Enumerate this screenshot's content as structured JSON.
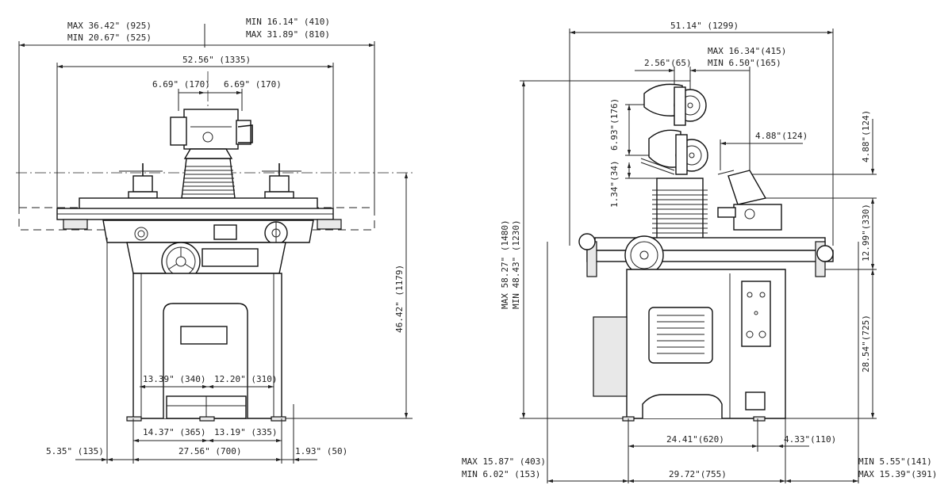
{
  "front_view": {
    "dims": {
      "max_36": "MAX 36.42\"  (925)",
      "min_20": "MIN  20.67\"  (525)",
      "min_16": "MIN   16.14\" (410)",
      "max_31": "MAX  31.89\" (810)",
      "overall_52": "52.56\" (1335)",
      "left_669": "6.69\" (170)",
      "right_669": "6.69\" (170)",
      "height_46": "46.42\" (1179)",
      "d_1339": "13.39\" (340)",
      "d_1220": "12.20\" (310)",
      "d_1437": "14.37\" (365)",
      "d_1319": "13.19\" (335)",
      "d_535": "5.35\" (135)",
      "d_2756": "27.56\" (700)",
      "d_193": "1.93\" (50)"
    }
  },
  "side_view": {
    "dims": {
      "overall_5114": "51.14\" (1299)",
      "max_1634": "MAX 16.34\"(415)",
      "min_650": "MIN 6.50\"(165)",
      "d_256": "2.56\"(65)",
      "d_693": "6.93\"(176)",
      "d_134": "1.34\"(34)",
      "d_488h": "4.88\"(124)",
      "d_488v": "4.88\"(124)",
      "d_1299": "12.99\"(330)",
      "d_2854": "28.54\"(725)",
      "max_5827": "MAX 58.27\" (1480)",
      "min_4843": "MIN 48.43\" (1230)",
      "d_2441": "24.41\"(620)",
      "d_433": "4.33\"(110)",
      "max_1587": "MAX 15.87\" (403)",
      "min_602": "MIN 6.02\" (153)",
      "d_2972": "29.72\"(755)",
      "min_555": "MIN 5.55\"(141)",
      "max_1539": "MAX 15.39\"(391)"
    }
  }
}
